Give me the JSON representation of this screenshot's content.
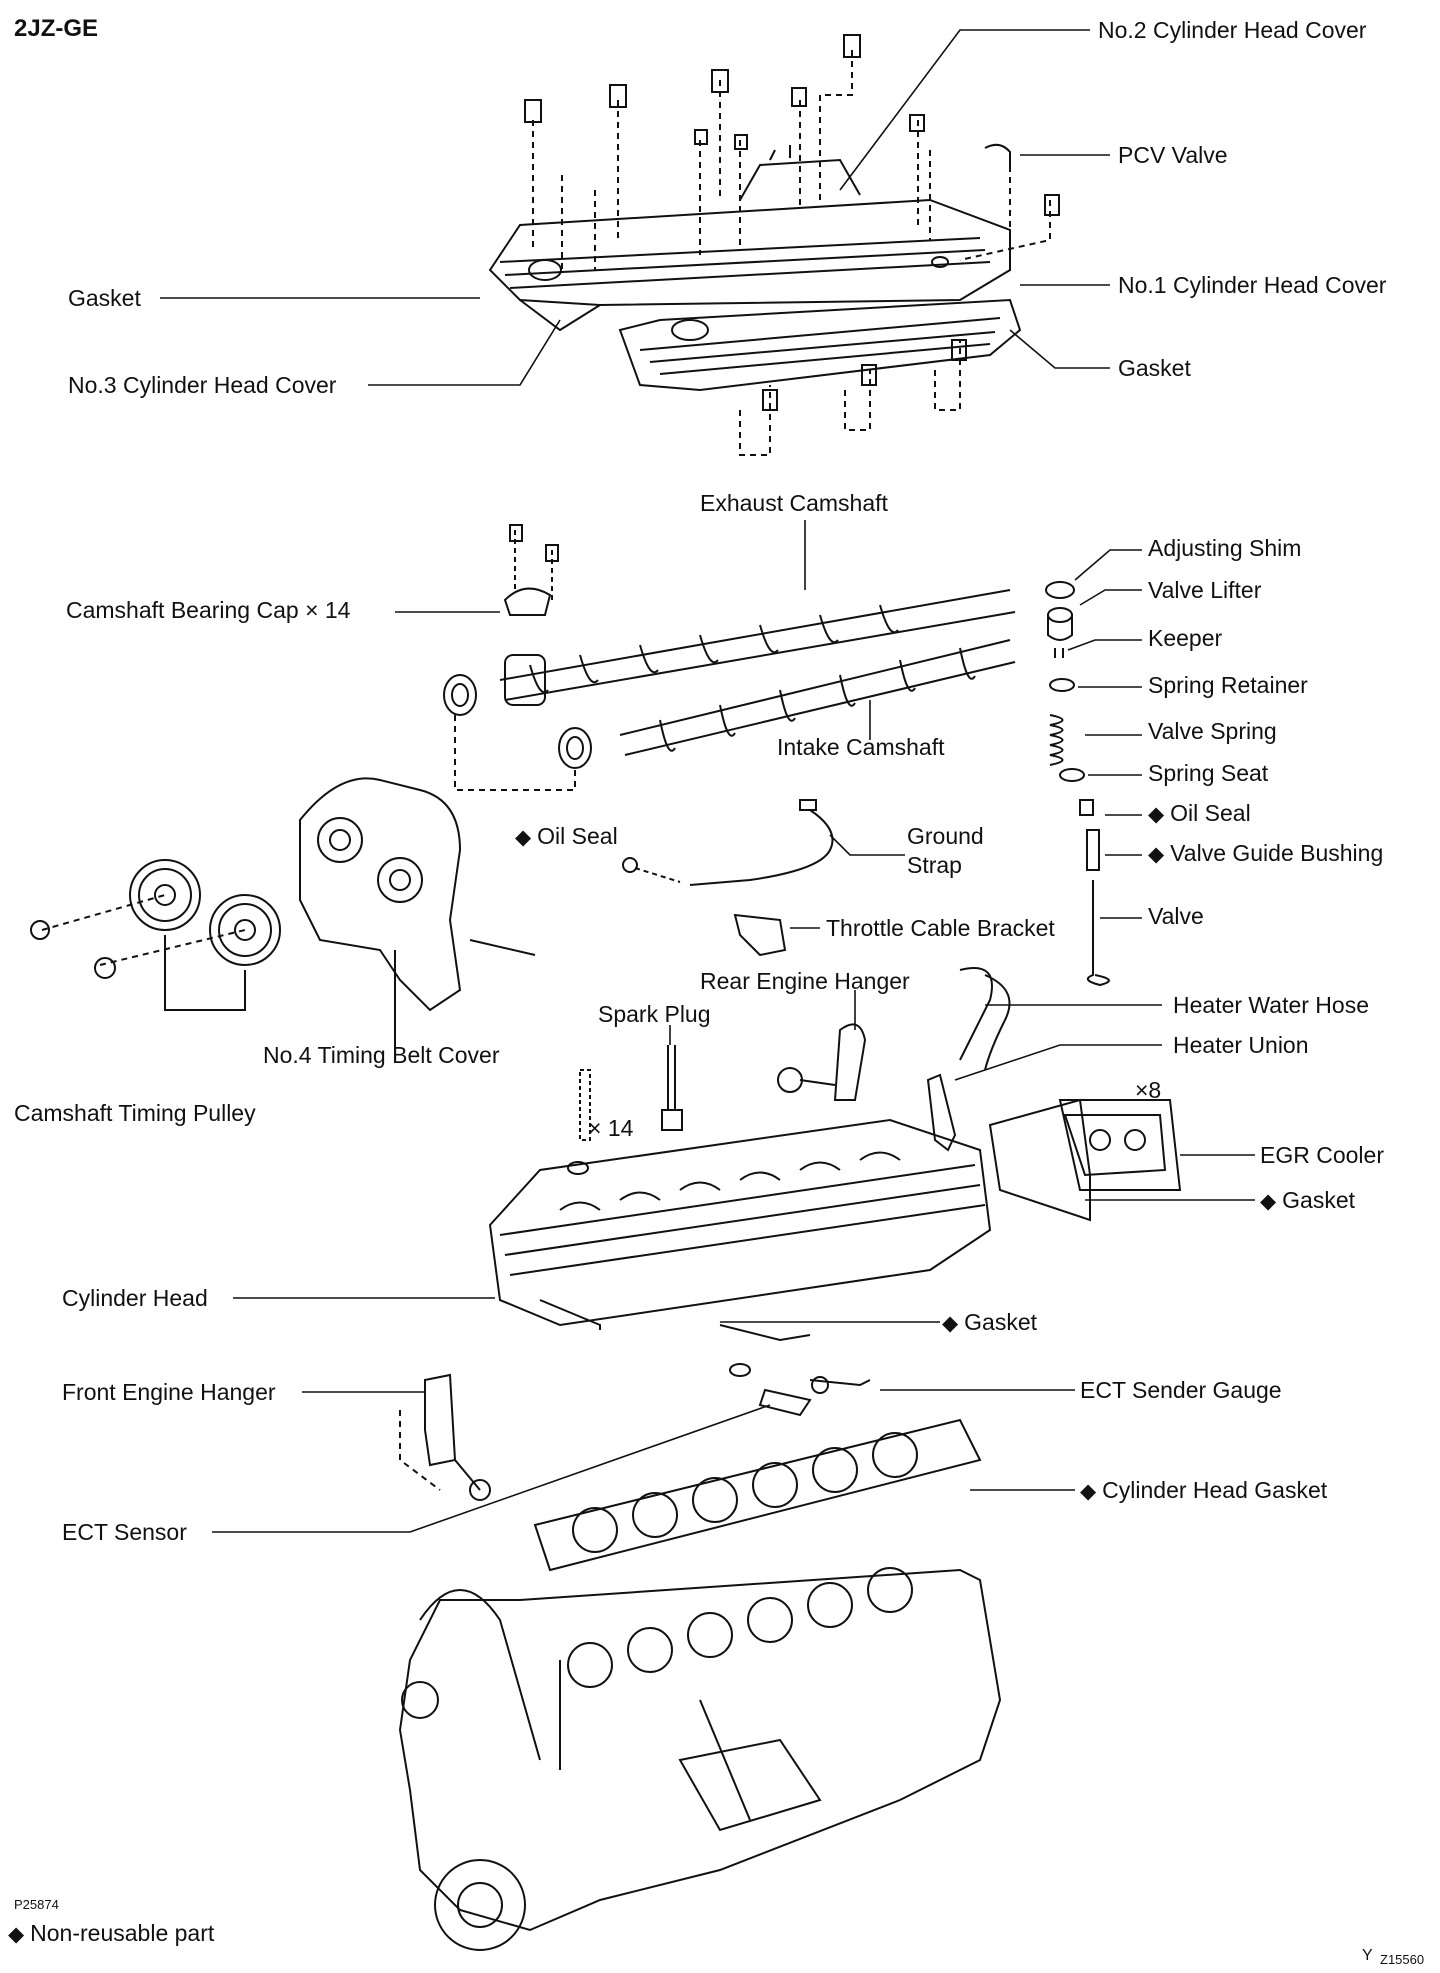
{
  "title": "2JZ-GE",
  "non_reusable_symbol": "◆",
  "labels": {
    "no2_cyl_head_cover": "No.2 Cylinder Head Cover",
    "pcv_valve": "PCV Valve",
    "no1_cyl_head_cover": "No.1 Cylinder Head Cover",
    "gasket_cover_left": "Gasket",
    "gasket_cover_right": "Gasket",
    "no3_cyl_head_cover": "No.3 Cylinder Head Cover",
    "exhaust_camshaft": "Exhaust Camshaft",
    "camshaft_bearing_cap": "Camshaft Bearing Cap × 14",
    "intake_camshaft": "Intake Camshaft",
    "adjusting_shim": "Adjusting Shim",
    "valve_lifter": "Valve Lifter",
    "keeper": "Keeper",
    "spring_retainer": "Spring Retainer",
    "valve_spring": "Valve Spring",
    "spring_seat": "Spring Seat",
    "oil_seal_valve": "Oil Seal",
    "valve_guide_bushing": "Valve Guide Bushing",
    "valve": "Valve",
    "oil_seal_cam": "Oil Seal",
    "ground_strap_1": "Ground",
    "ground_strap_2": "Strap",
    "throttle_cable_bracket": "Throttle Cable Bracket",
    "rear_engine_hanger": "Rear Engine Hanger",
    "spark_plug": "Spark Plug",
    "no4_timing_belt_cover": "No.4 Timing Belt Cover",
    "camshaft_timing_pulley": "Camshaft Timing Pulley",
    "heater_water_hose": "Heater Water Hose",
    "heater_union": "Heater Union",
    "nut_x8": "×8",
    "egr_cooler": "EGR Cooler",
    "gasket_egr": "Gasket",
    "x14_spark": "× 14",
    "cylinder_head": "Cylinder Head",
    "gasket_ect": "Gasket",
    "front_engine_hanger": "Front Engine Hanger",
    "ect_sender_gauge": "ECT Sender Gauge",
    "cylinder_head_gasket": "Cylinder Head Gasket",
    "ect_sensor": "ECT Sensor"
  },
  "codes": {
    "left": "P25874",
    "right_y": "Y",
    "right_code": "Z15560"
  },
  "footnote": "Non-reusable part",
  "colors": {
    "ink": "#111111",
    "paper": "#ffffff"
  }
}
